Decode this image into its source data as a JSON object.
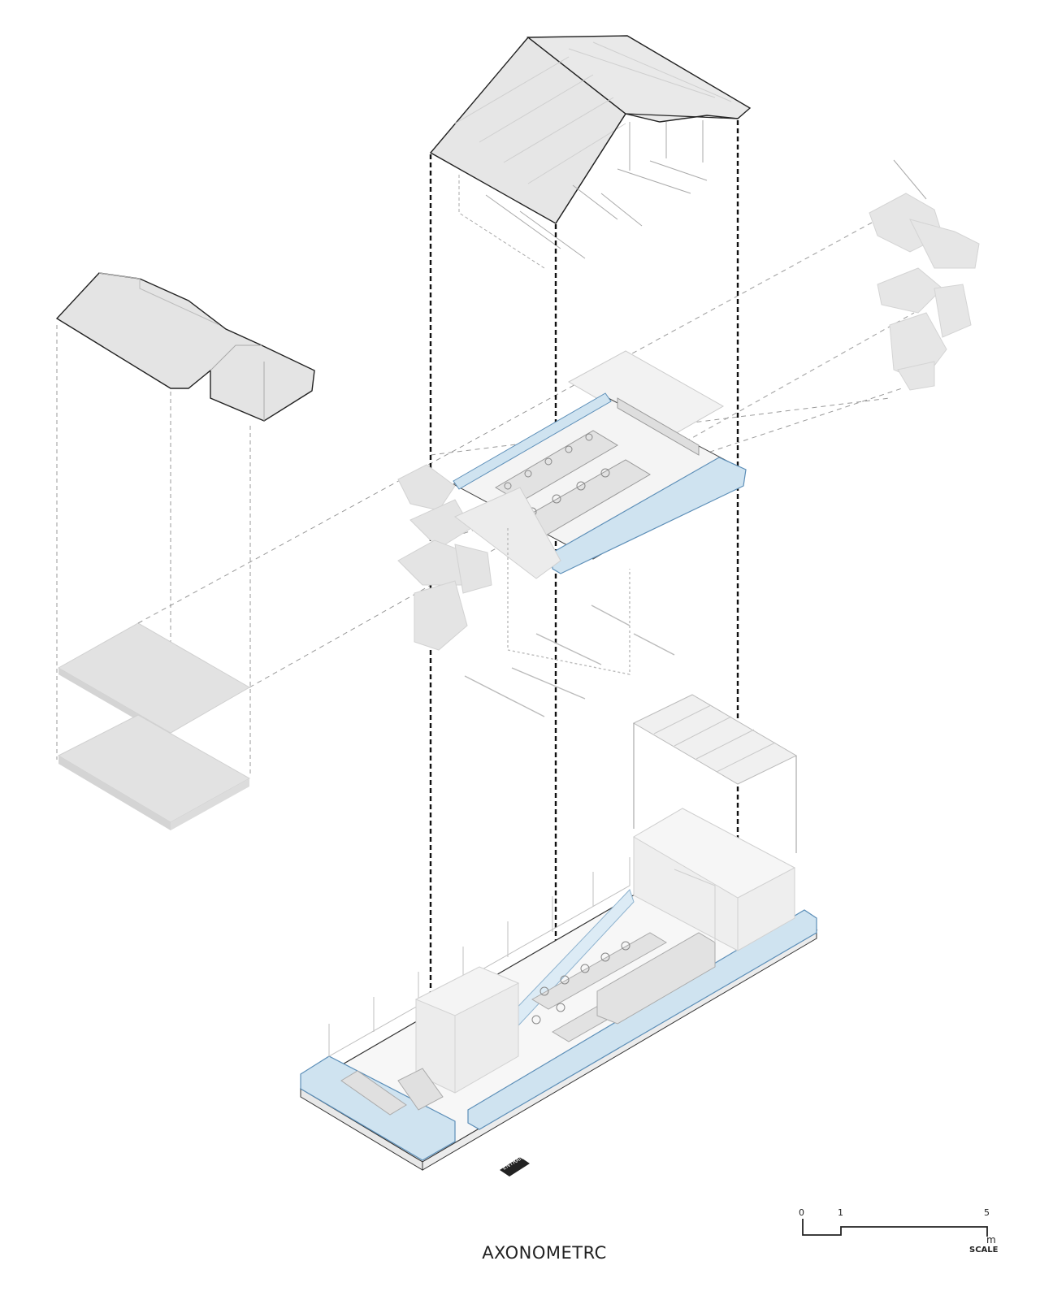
{
  "title": "AXONOMETRC",
  "entrance_label": "ENTRANCE",
  "scale": {
    "ticks": [
      "0",
      "1",
      "5"
    ],
    "unit": "m",
    "word": "SCALE"
  },
  "colors": {
    "pool": "#cfe3f0",
    "pool_edge": "#5d8fb8",
    "mass": "#e6e6e6",
    "line": "#222222"
  }
}
